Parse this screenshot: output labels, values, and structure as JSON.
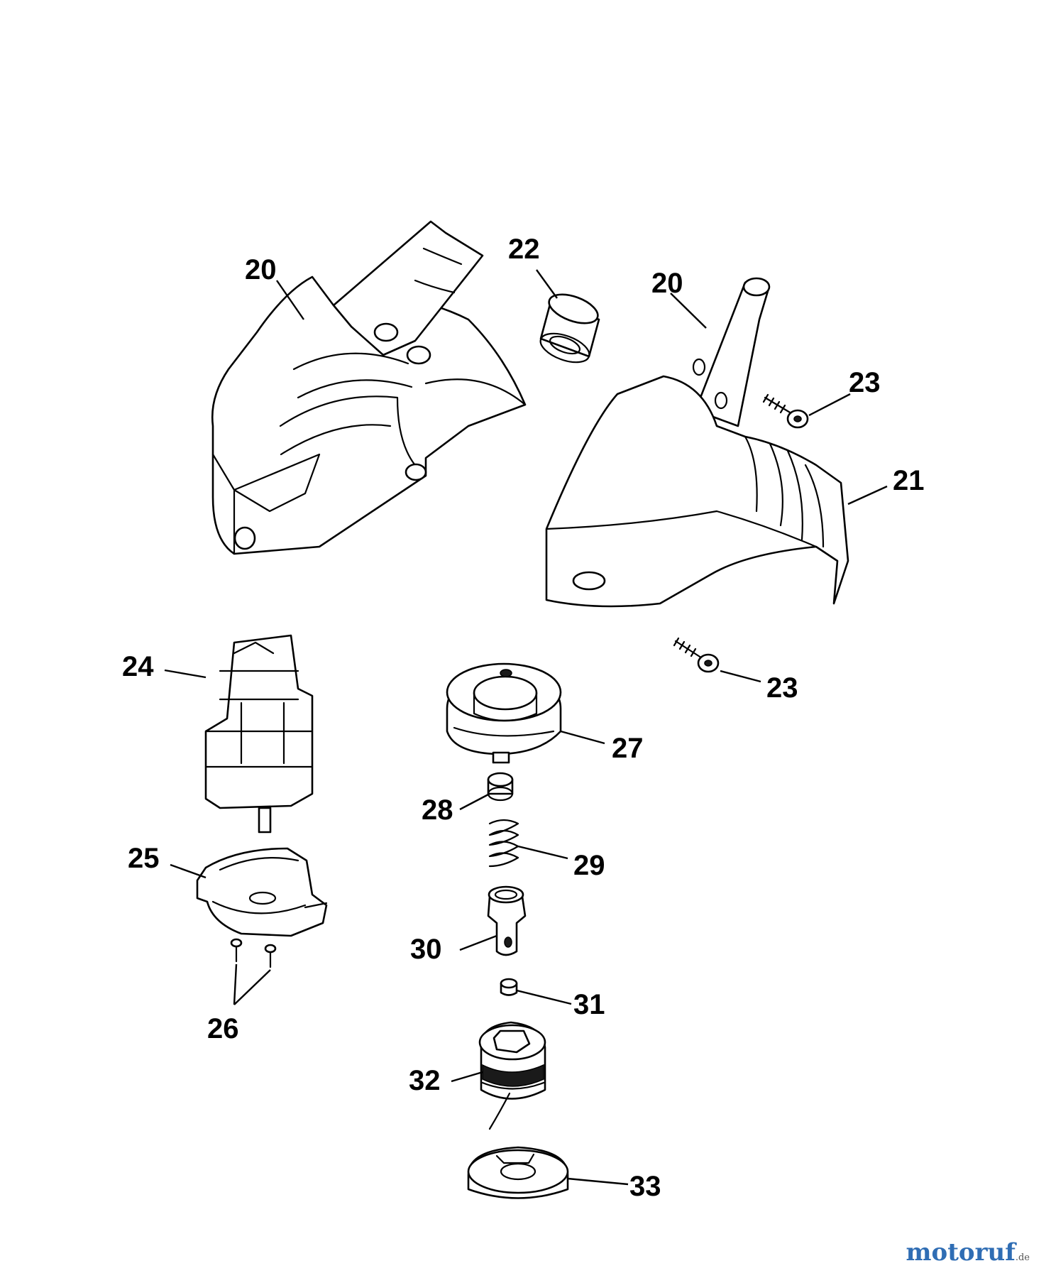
{
  "callouts": {
    "c20a": "20",
    "c20b": "20",
    "c21": "21",
    "c22": "22",
    "c23a": "23",
    "c23b": "23",
    "c24": "24",
    "c25": "25",
    "c26": "26",
    "c27": "27",
    "c28": "28",
    "c29": "29",
    "c30": "30",
    "c31": "31",
    "c32": "32",
    "c33": "33"
  },
  "watermark": {
    "brand": "motoruf",
    "tld": ".de"
  },
  "colors": {
    "line": "#000000",
    "background": "#ffffff",
    "watermark": "#2f6db4"
  }
}
